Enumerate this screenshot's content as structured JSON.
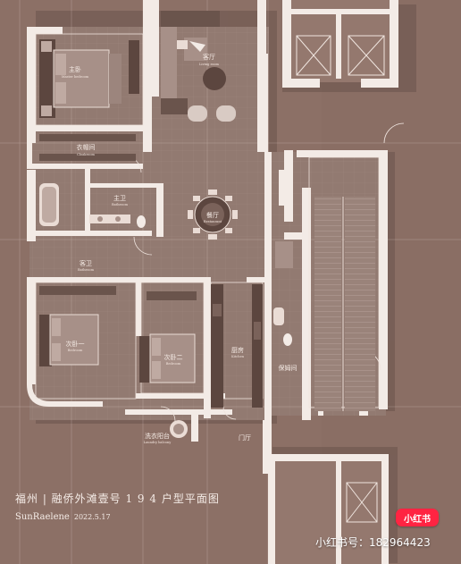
{
  "rooms": {
    "master_bedroom": {
      "name": "主卧",
      "sub": "Master bedroom"
    },
    "living_room": {
      "name": "客厅",
      "sub": "Living room"
    },
    "cloakroom": {
      "name": "衣帽间",
      "sub": "Cloakroom"
    },
    "master_bath": {
      "name": "主卫",
      "sub": "Bathroom"
    },
    "dining_room": {
      "name": "餐厅",
      "sub": "Restaurant"
    },
    "guest_bath": {
      "name": "客卫",
      "sub": "Bathroom"
    },
    "second_bedroom_1": {
      "name": "次卧一",
      "sub": "Bedroom"
    },
    "second_bedroom_2": {
      "name": "次卧二",
      "sub": "Bedroom"
    },
    "kitchen": {
      "name": "厨房",
      "sub": "Kitchen"
    },
    "nanny_room": {
      "name": "保姆间",
      "sub": ""
    },
    "laundry_balcony": {
      "name": "洗衣阳台",
      "sub": "Laundry balcony"
    },
    "entrance": {
      "name": "门厅",
      "sub": ""
    }
  },
  "caption": {
    "title": "福州 | 融侨外滩壹号 1 9 4 户型平面图",
    "author": "SunRaelene",
    "date": "2022.5.17"
  },
  "watermark": {
    "logo": "小红书",
    "text": "小红书号：182964423"
  },
  "colors": {
    "background": "#8c7066",
    "walls": "#f3ebe6",
    "floor": "#927a71",
    "shadow": "#6a544c",
    "furniture": "#a79088",
    "badge": "#ff2442"
  }
}
